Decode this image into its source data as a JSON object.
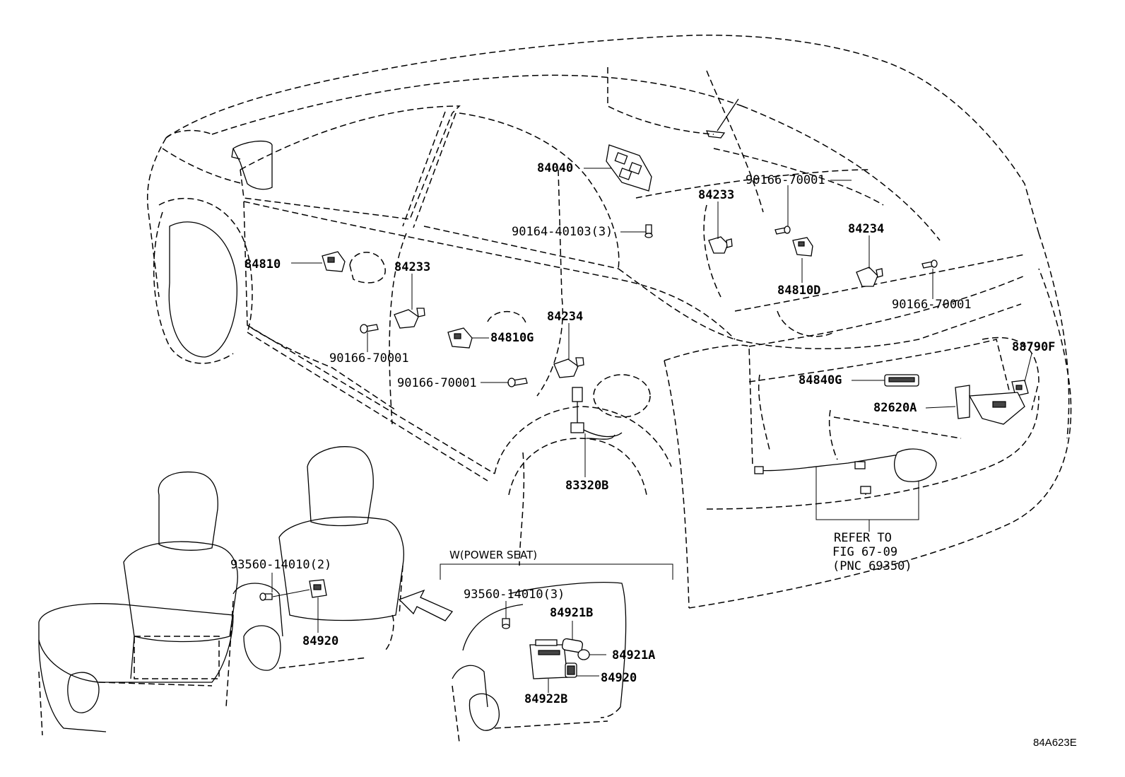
{
  "figure_code": "84A623E",
  "labels": {
    "p84040": "84040",
    "p90164": "90164-40103(3)",
    "p84233_rear": "84233",
    "p90166_top": "90166-70001",
    "p84234_rear": "84234",
    "p84810D": "84810D",
    "p90166_right": "90166-70001",
    "p84810": "84810",
    "p84233_front": "84233",
    "p90166_left": "90166-70001",
    "p84810G": "84810G",
    "p84234_front": "84234",
    "p90166_mid": "90166-70001",
    "p88790F": "88790F",
    "p84840G": "84840G",
    "p82620A": "82620A",
    "p83320B": "83320B",
    "refer_line1": "REFER TO",
    "refer_line2": "FIG 67-09",
    "refer_line3": "(PNC 69350)",
    "power_seat": "W(POWER SEAT)",
    "p93560_2": "93560-14010(2)",
    "p84920_left": "84920",
    "p93560_3": "93560-14010(3)",
    "p84921B": "84921B",
    "p84921A": "84921A",
    "p84920_right": "84920",
    "p84922B": "84922B"
  }
}
